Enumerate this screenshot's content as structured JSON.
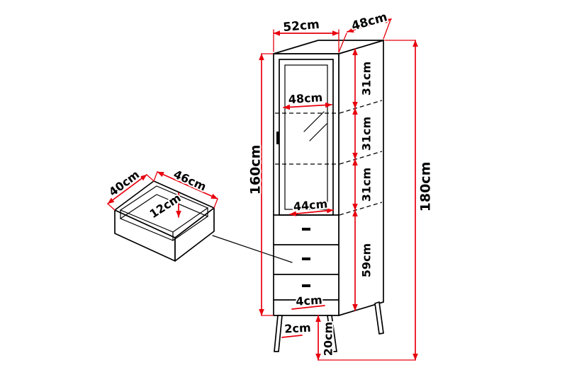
{
  "diagram": {
    "background": "#ffffff",
    "dimension_color": "#e8000d",
    "line_color": "#000000",
    "cabinet": {
      "top_width": "52cm",
      "top_depth": "48cm",
      "body_height": "160cm",
      "total_height": "180cm",
      "interior_width": "48cm",
      "compartments": [
        "31cm",
        "31cm",
        "31cm"
      ],
      "drawer_section_height": "59cm",
      "drawer_front_width": "44cm",
      "base_rail_height": "4cm",
      "leg_thickness": "2cm",
      "leg_height": "20cm"
    },
    "drawer": {
      "depth": "40cm",
      "width": "46cm",
      "inner_height": "12cm"
    }
  }
}
